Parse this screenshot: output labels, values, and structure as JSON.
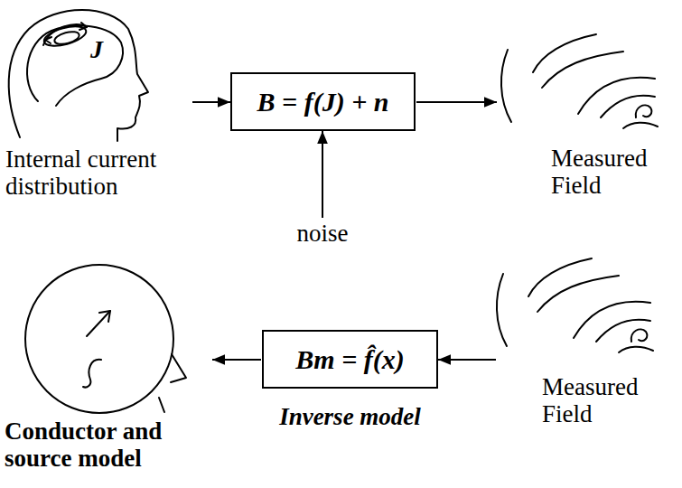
{
  "diagram": {
    "nodes": [
      {
        "text": [
          "J",
          "Internal current distribution"
        ]
      },
      {
        "text": [
          "B = f(J) + n"
        ]
      },
      {
        "text": [
          "Measured Field"
        ]
      },
      {
        "text": [
          "noise"
        ]
      },
      {
        "text": [
          "Conductor and source model"
        ]
      },
      {
        "text": [
          "Bm = f̂(x)",
          "Inverse model"
        ]
      },
      {
        "text": [
          "Measured Field"
        ]
      }
    ],
    "edges": [
      {
        "from": 0,
        "to": 1,
        "arrow": "to"
      },
      {
        "from": 1,
        "to": 2,
        "arrow": "to"
      },
      {
        "from": 3,
        "to": 1,
        "arrow": "to"
      },
      {
        "from": 6,
        "to": 5,
        "arrow": "to"
      },
      {
        "from": 5,
        "to": 4,
        "arrow": "to"
      }
    ]
  }
}
